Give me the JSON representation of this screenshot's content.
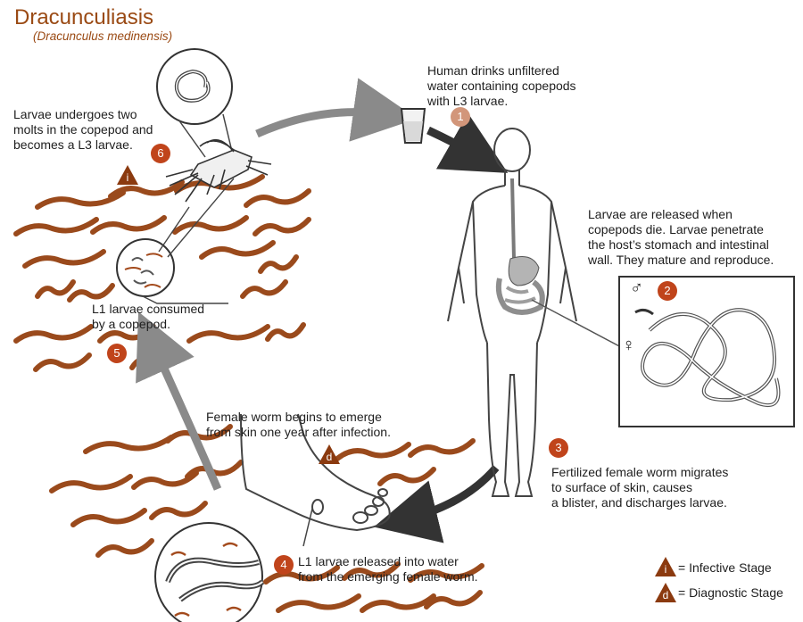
{
  "title": "Dracunculiasis",
  "subtitle": "(Dracunculus medinensis)",
  "colors": {
    "title": "#9a4a14",
    "stage_badge": "#c0441b",
    "stage_badge_light": "#d2967a",
    "marker": "#8b3a0f",
    "water": "#9a4a1c",
    "arrow_dark": "#333333",
    "arrow_light": "#8a8a8a"
  },
  "stages": [
    {
      "number": "1",
      "text": "Human drinks unfiltered\nwater containing copepods\nwith L3 larvae."
    },
    {
      "number": "2",
      "text": "Larvae are released when\ncopepods die. Larvae penetrate\nthe host’s stomach and intestinal\nwall. They mature and reproduce."
    },
    {
      "number": "3",
      "text": "Fertilized female worm migrates\nto surface of skin, causes\na blister, and discharges larvae."
    },
    {
      "number": "4",
      "text": "L1 larvae released into water\nfrom the emerging female worm."
    },
    {
      "number": "5",
      "text": "L1 larvae consumed\nby a copepod."
    },
    {
      "number": "6",
      "text": "Larvae undergoes two\nmolts in the copepod and\nbecomes a L3 larvae."
    }
  ],
  "emerge_text": "Female worm begins to emerge\nfrom skin one year after infection.",
  "markers": {
    "infective": "i",
    "diagnostic": "d"
  },
  "sex_symbols": {
    "male": "♂",
    "female": "♀"
  },
  "legend": {
    "infective": {
      "letter": "i",
      "label": "= Infective Stage"
    },
    "diagnostic": {
      "letter": "d",
      "label": "= Diagnostic Stage"
    }
  }
}
